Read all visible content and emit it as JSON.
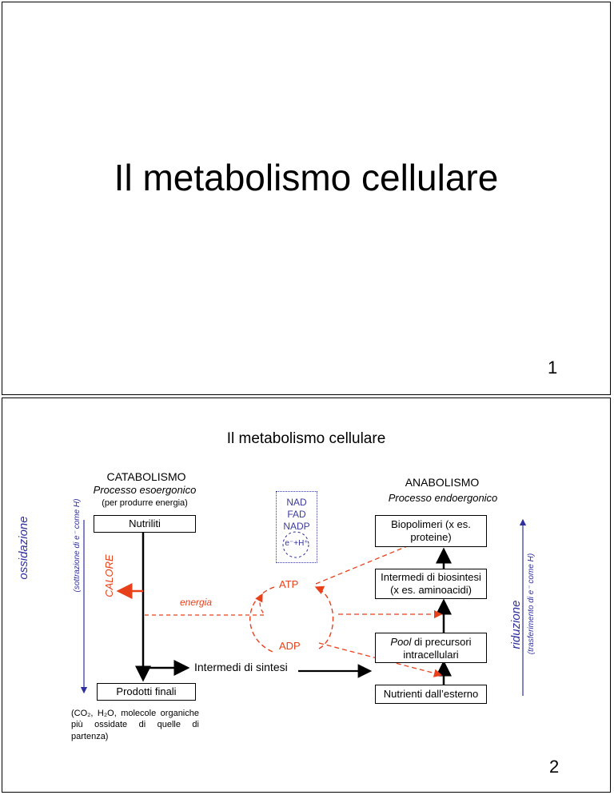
{
  "slide1": {
    "title": "Il metabolismo cellulare",
    "page_number": "1"
  },
  "slide2": {
    "title": "Il metabolismo cellulare",
    "page_number": "2",
    "catabolism": {
      "heading": "CATABOLISMO",
      "subheading": "Processo esoergonico",
      "note": "(per produrre energia)",
      "start_box": "Nutriliti",
      "end_box": "Prodotti finali",
      "products_note": "(CO₂, H₂O, molecole organiche più ossidate di quelle di partenza)",
      "heat_label": "CALORE",
      "energy_label": "energia",
      "side_label": "ossidazione",
      "side_note": "(sottrazione di e⁻ come H)"
    },
    "anabolism": {
      "heading": "ANABOLISMO",
      "subheading": "Processo endoergonico",
      "box_top": "Biopolimeri (x es. proteine)",
      "box_mid": "Intermedi di biosintesi (x es. aminoacidi)",
      "box_pool_prefix": "Pool",
      "box_pool_rest": " di precursori intracellulari",
      "box_bottom": "Nutrienti dall’esterno",
      "side_label": "riduzione",
      "side_note": "(trasferimento di e⁻ come H)"
    },
    "cofactors": {
      "names": [
        "NAD",
        "FAD",
        "NADP"
      ],
      "carrier": "e⁻+H⁺"
    },
    "energy_cycle": {
      "atp": "ATP",
      "adp": "ADP"
    },
    "intermediates_label": "Intermedi di sintesi",
    "colors": {
      "energy": "#e8411a",
      "redox": "#2f2f9e"
    }
  }
}
